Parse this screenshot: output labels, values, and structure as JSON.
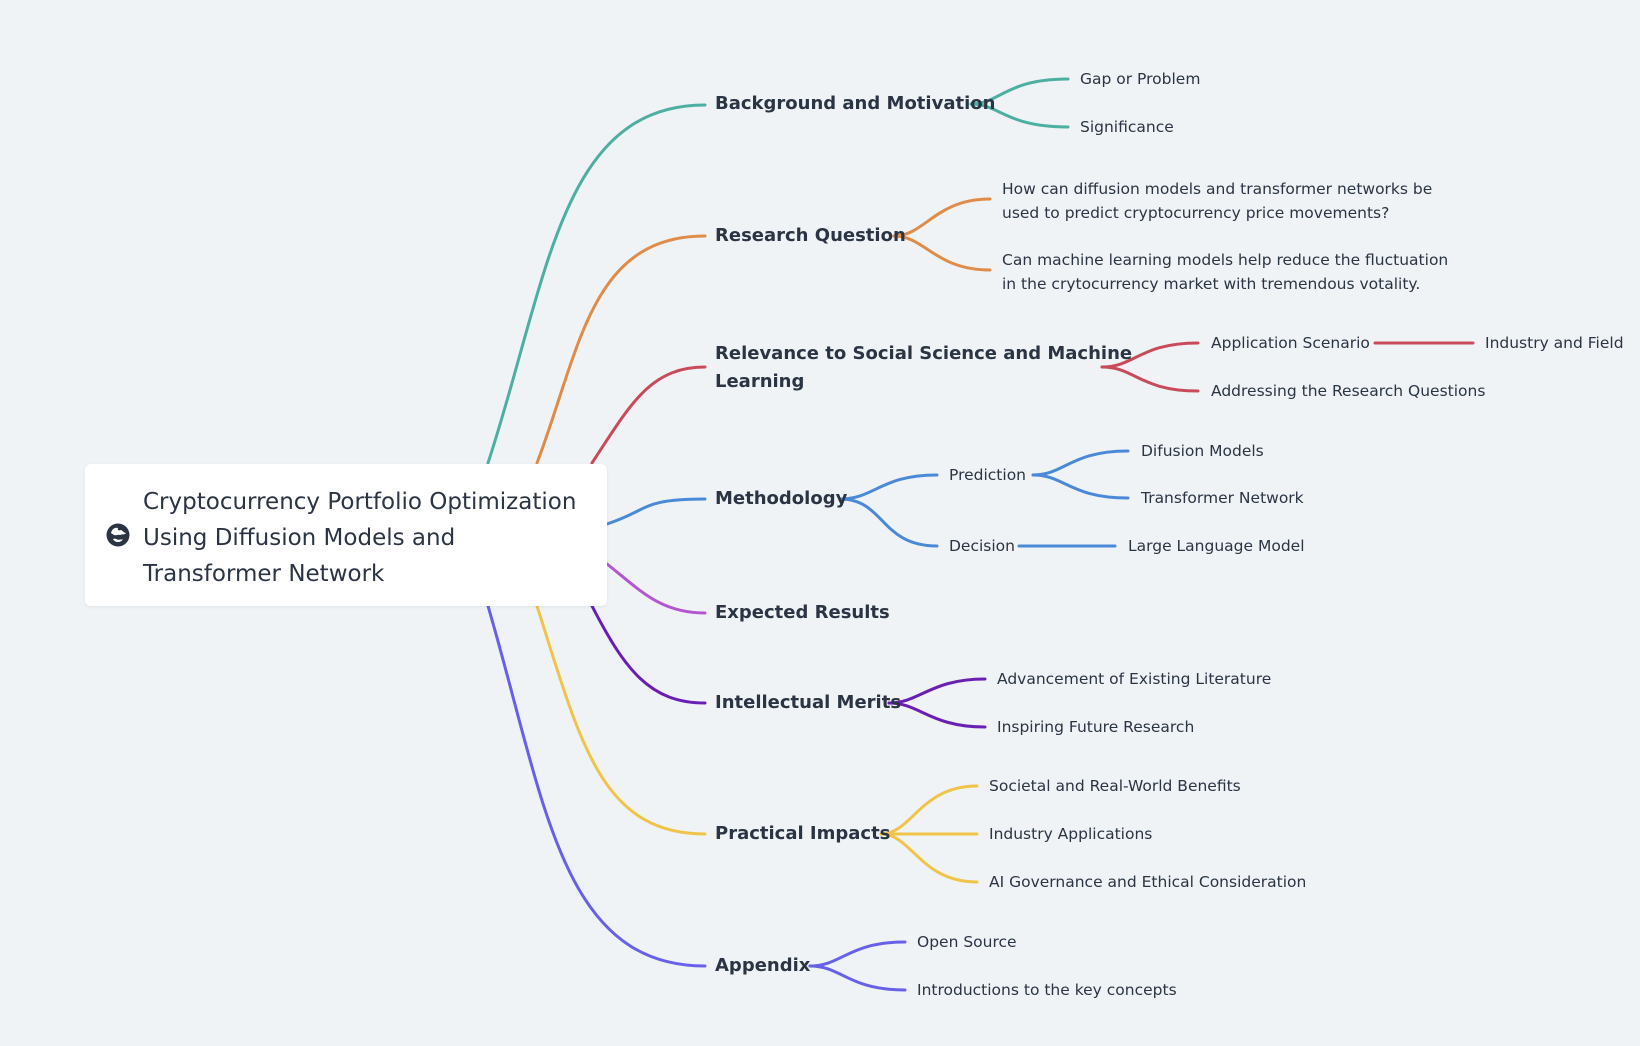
{
  "root": {
    "title": "Cryptocurrency Portfolio Optimization\nUsing Diffusion Models and\nTransformer Network",
    "icon": "web-globe-icon"
  },
  "branches": {
    "background": {
      "label": "Background and Motivation",
      "color": "#4cafa1",
      "children": [
        "Gap or Problem",
        "Significance"
      ]
    },
    "research": {
      "label": "Research Question",
      "color": "#e08c48",
      "children": [
        "How can diffusion models and transformer networks be\nused to predict cryptocurrency price movements?",
        "Can machine learning models help reduce the fluctuation\nin the crytocurrency market with tremendous votality."
      ]
    },
    "relevance": {
      "label": "Relevance to Social Science and Machine\nLearning",
      "color": "#c94a5a",
      "children": [
        "Application Scenario",
        "Addressing the Research Questions"
      ],
      "grandchildren": [
        "Industry and Field"
      ]
    },
    "methodology": {
      "label": "Methodology",
      "color": "#4a89d8",
      "children": [
        "Prediction",
        "Decision"
      ],
      "grandchildren": [
        "Difusion Models",
        "Transformer Network",
        "Large Language Model"
      ]
    },
    "expected": {
      "label": "Expected Results",
      "color": "#b455d2"
    },
    "merits": {
      "label": "Intellectual Merits",
      "color": "#6a1fb3",
      "children": [
        "Advancement of Existing Literature",
        "Inspiring Future Research"
      ]
    },
    "impacts": {
      "label": "Practical Impacts",
      "color": "#f0c449",
      "children": [
        "Societal and Real-World Benefits",
        "Industry Applications",
        "AI Governance and Ethical Consideration"
      ]
    },
    "appendix": {
      "label": "Appendix",
      "color": "#6860e8",
      "children": [
        "Open Source",
        "Introductions to the key concepts"
      ]
    }
  }
}
